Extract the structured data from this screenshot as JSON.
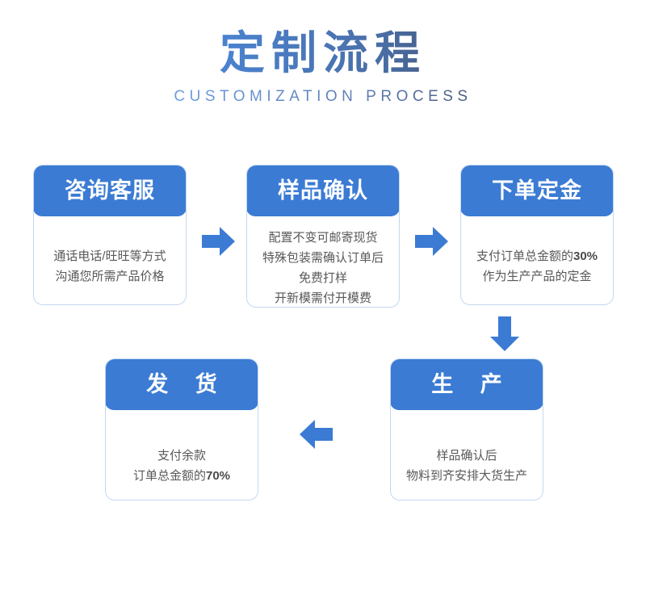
{
  "header": {
    "title": "定制流程",
    "subtitle": "CUSTOMIZATION PROCESS"
  },
  "theme": {
    "accent_blue": "#3b7bd4",
    "card_border": "#c3d8f1",
    "body_text": "#58595b",
    "title_gradient_start": "#4a8fe0",
    "title_gradient_end": "#394052"
  },
  "steps": [
    {
      "id": "step-1",
      "title": "咨询客服",
      "lines": [
        "通话电话/旺旺等方式",
        "沟通您所需产品价格"
      ]
    },
    {
      "id": "step-2",
      "title": "样品确认",
      "lines": [
        "配置不变可邮寄现货",
        "特殊包装需确认订单后",
        "免费打样",
        "开新模需付开模费"
      ]
    },
    {
      "id": "step-3",
      "title": "下单定金",
      "lines": [
        "支付订单总金额的30%",
        "作为生产产品的定金"
      ],
      "emphasis": "30%"
    },
    {
      "id": "step-4",
      "title": "发 货",
      "lines": [
        "支付余款",
        "订单总金额的70%"
      ],
      "emphasis": "70%"
    },
    {
      "id": "step-5",
      "title": "生 产",
      "lines": [
        "样品确认后",
        "物料到齐安排大货生产"
      ]
    }
  ],
  "arrows": [
    {
      "id": "arrow-1",
      "direction": "right",
      "from": "step-1",
      "to": "step-2"
    },
    {
      "id": "arrow-2",
      "direction": "right",
      "from": "step-2",
      "to": "step-3"
    },
    {
      "id": "arrow-3",
      "direction": "down",
      "from": "step-3",
      "to": "step-5"
    },
    {
      "id": "arrow-4",
      "direction": "left",
      "from": "step-5",
      "to": "step-4"
    }
  ]
}
